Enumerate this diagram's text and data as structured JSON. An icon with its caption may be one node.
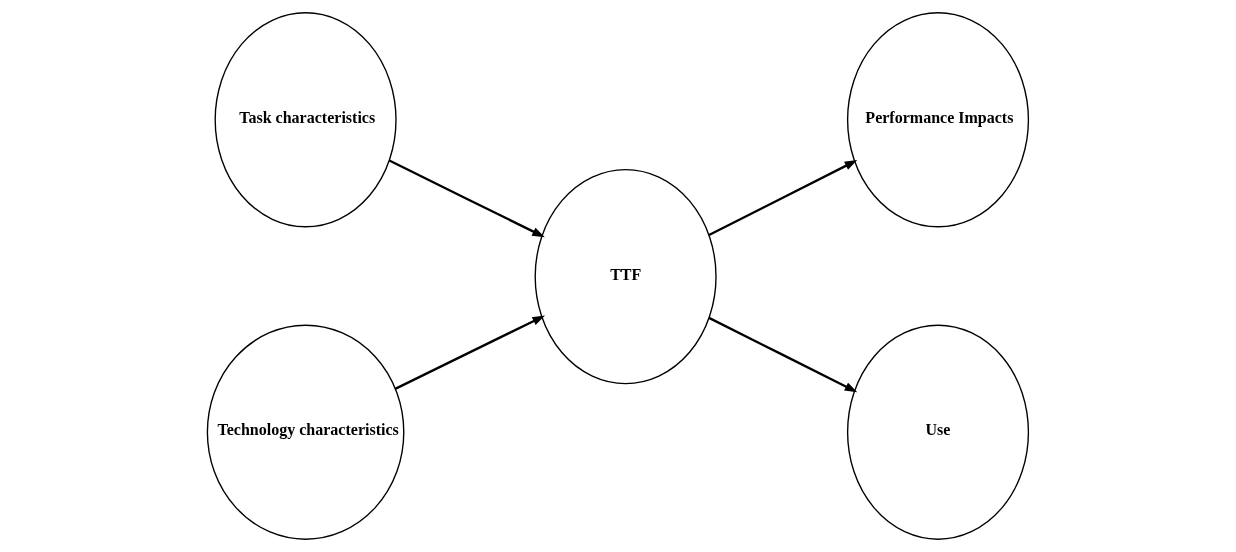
{
  "diagram": {
    "nodes": [
      {
        "text": [
          "Task characteristics"
        ]
      },
      {
        "text": [
          "Technology characteristics"
        ]
      },
      {
        "text": [
          "TTF"
        ]
      },
      {
        "text": [
          "Performance Impacts"
        ]
      },
      {
        "text": [
          "Use"
        ]
      }
    ],
    "edges": [
      {
        "from": 0,
        "to": 2,
        "arrow": "to"
      },
      {
        "from": 1,
        "to": 2,
        "arrow": "to"
      },
      {
        "from": 2,
        "to": 3,
        "arrow": "to"
      },
      {
        "from": 2,
        "to": 4,
        "arrow": "to"
      }
    ]
  }
}
